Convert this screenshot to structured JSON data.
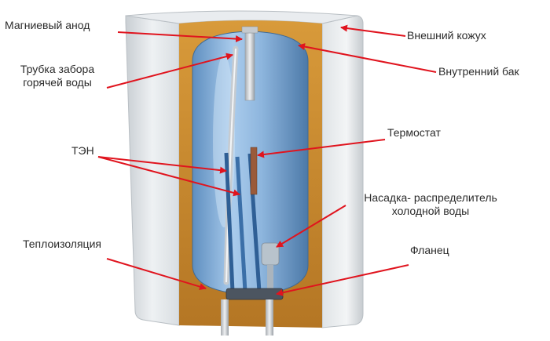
{
  "labels": {
    "magnesium_anode": "Магниевый анод",
    "hot_water_tube_line1": "Трубка забора",
    "hot_water_tube_line2": "горячей воды",
    "heating_element": "ТЭН",
    "insulation": "Теплоизоляция",
    "outer_casing": "Внешний кожух",
    "inner_tank": "Внутренний бак",
    "thermostat": "Термостат",
    "cold_water_nozzle_line1": "Насадка- распределитель",
    "cold_water_nozzle_line2": "холодной воды",
    "flange": "Фланец"
  },
  "colors": {
    "arrow": "#e0141e",
    "tank": "#8fb7de",
    "insulation": "#c98a2a",
    "casing": "#e4e8ec",
    "label_text": "#2b2b2b"
  }
}
